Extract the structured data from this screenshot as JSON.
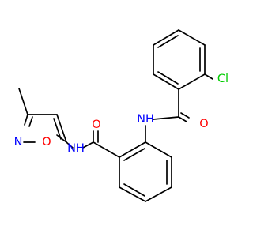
{
  "molecule": {
    "atoms": {
      "chlorine": "Cl",
      "amide_n_upper": "NH",
      "amide_o_upper": "O",
      "amide_o_lower": "O",
      "amide_n_lower": "NH",
      "ring_n": "N",
      "ring_o": "O"
    }
  },
  "colors": {
    "carbon_bond": "#000000",
    "oxygen": "#ff0000",
    "nitrogen": "#0000ff",
    "chlorine": "#00cc00",
    "background": "#ffffff"
  }
}
